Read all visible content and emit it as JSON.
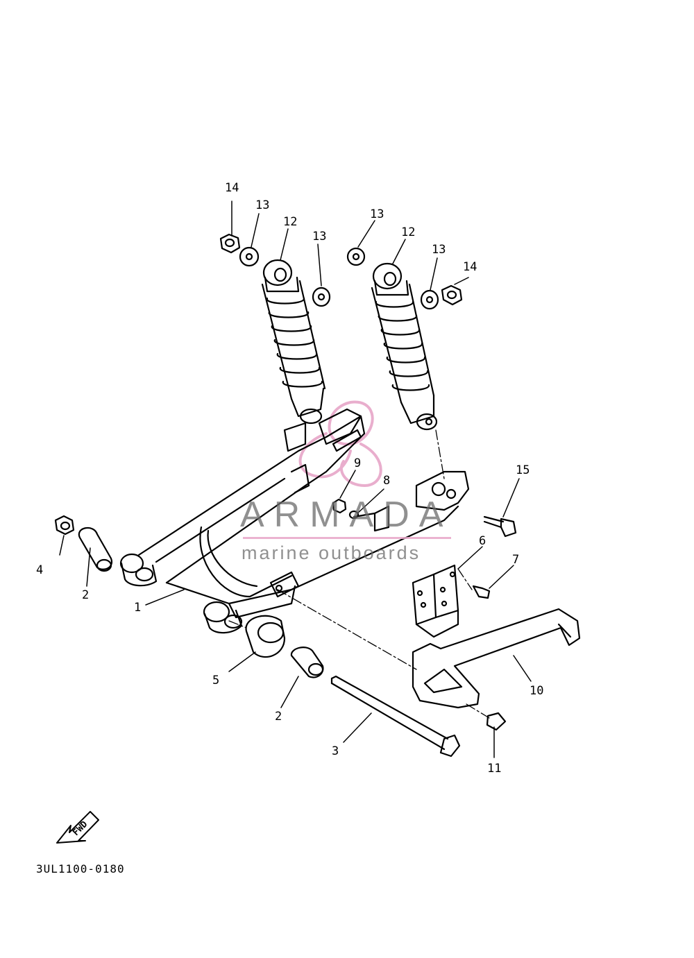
{
  "diagram": {
    "part_code": "3UL1100-0180",
    "fwd_label": "FWD",
    "callouts": [
      "1",
      "2",
      "2",
      "3",
      "4",
      "5",
      "6",
      "7",
      "8",
      "9",
      "10",
      "11",
      "12",
      "12",
      "13",
      "13",
      "13",
      "13",
      "14",
      "14",
      "15"
    ]
  },
  "watermark": {
    "brand": "ARMADA",
    "tagline": "marine outboards",
    "accent_color": "#e7a6c8",
    "text_color": "#6b6b6b"
  }
}
